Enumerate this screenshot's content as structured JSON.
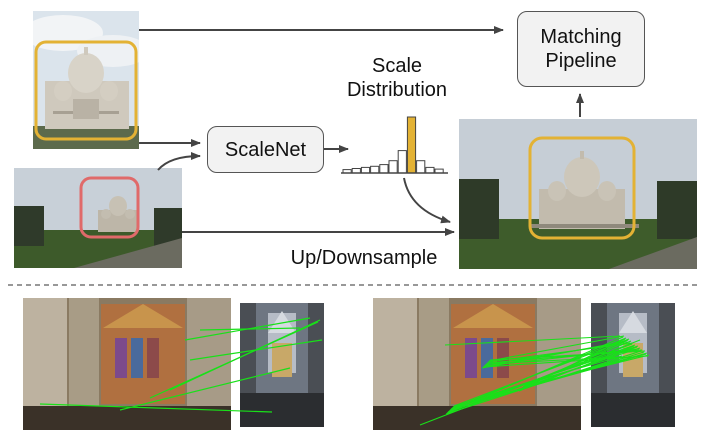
{
  "pipeline": {
    "matching_box": {
      "line1": "Matching",
      "line2": "Pipeline"
    },
    "scalenet_box": "ScaleNet",
    "distribution_label": {
      "line1": "Scale",
      "line2": "Distribution"
    },
    "resample_label": "Up/Downsample",
    "histogram_bins": [
      0.06,
      0.08,
      0.1,
      0.12,
      0.15,
      0.22,
      0.4,
      1.0,
      0.22,
      0.1,
      0.07
    ],
    "highlight_bin_index": 7
  },
  "colors": {
    "highlight_yellow": "#e3b234",
    "highlight_red": "#e06a6a",
    "arrow": "#444444",
    "match_green": "#19e019",
    "divider": "#777777"
  },
  "icons": {
    "photo_reference": "sacre-coeur-photo",
    "photo_query": "sacre-coeur-distant-photo",
    "photo_result": "sacre-coeur-rescaled-photo",
    "cathedral_photos": "cathedral-interior-photo"
  }
}
